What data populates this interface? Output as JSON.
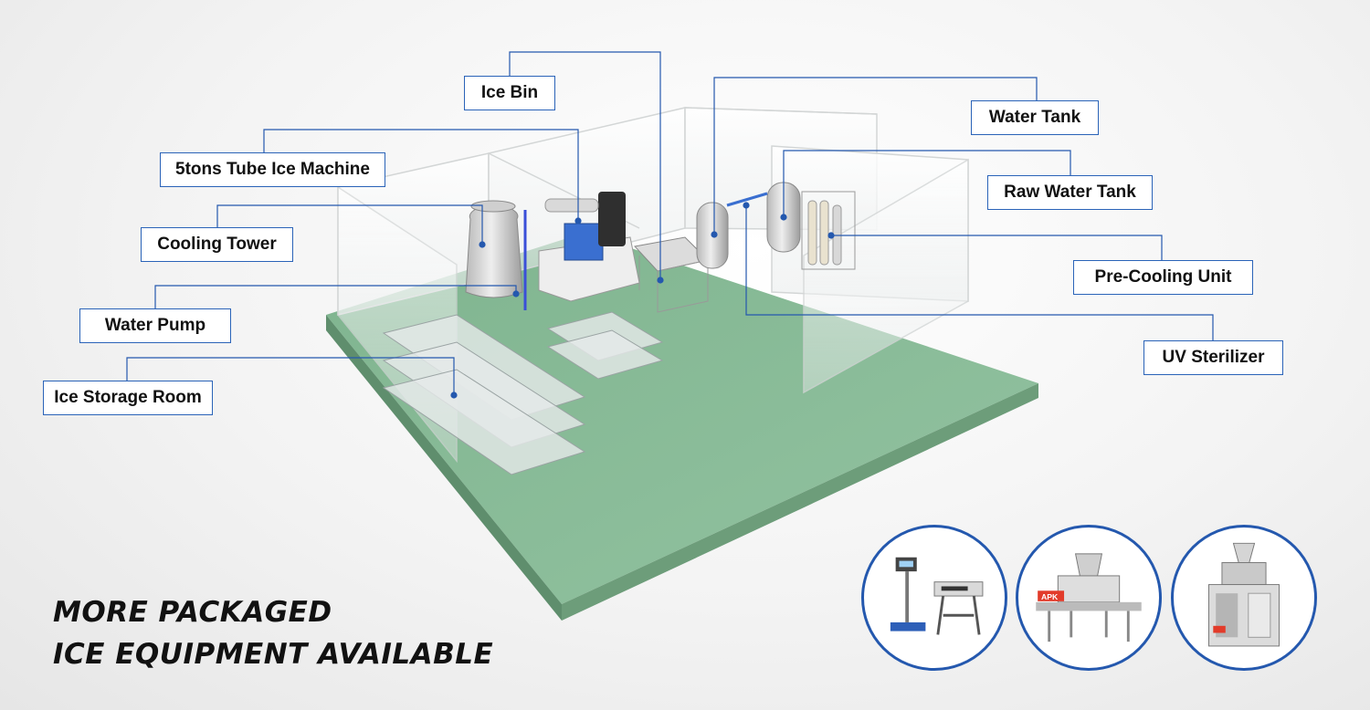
{
  "labels": {
    "ice_bin": "Ice Bin",
    "water_tank": "Water Tank",
    "tube_ice_machine": "5tons Tube Ice Machine",
    "raw_water_tank": "Raw Water Tank",
    "cooling_tower": "Cooling Tower",
    "pre_cooling_unit": "Pre-Cooling Unit",
    "water_pump": "Water Pump",
    "uv_sterilizer": "UV Sterilizer",
    "ice_storage_room": "Ice Storage Room"
  },
  "headline": {
    "line1": "MORE PACKAGED",
    "line2": "ICE EQUIPMENT AVAILABLE"
  },
  "equipment_thumbnails": [
    {
      "icon": "scale-and-sealer-icon"
    },
    {
      "icon": "bagging-machine-icon",
      "brand_text": "APK"
    },
    {
      "icon": "vertical-packing-machine-icon"
    }
  ],
  "colors": {
    "accent": "#2a63b8",
    "floor": "#8cbf9a",
    "leader_line": "#2458ae",
    "text": "#111111"
  }
}
